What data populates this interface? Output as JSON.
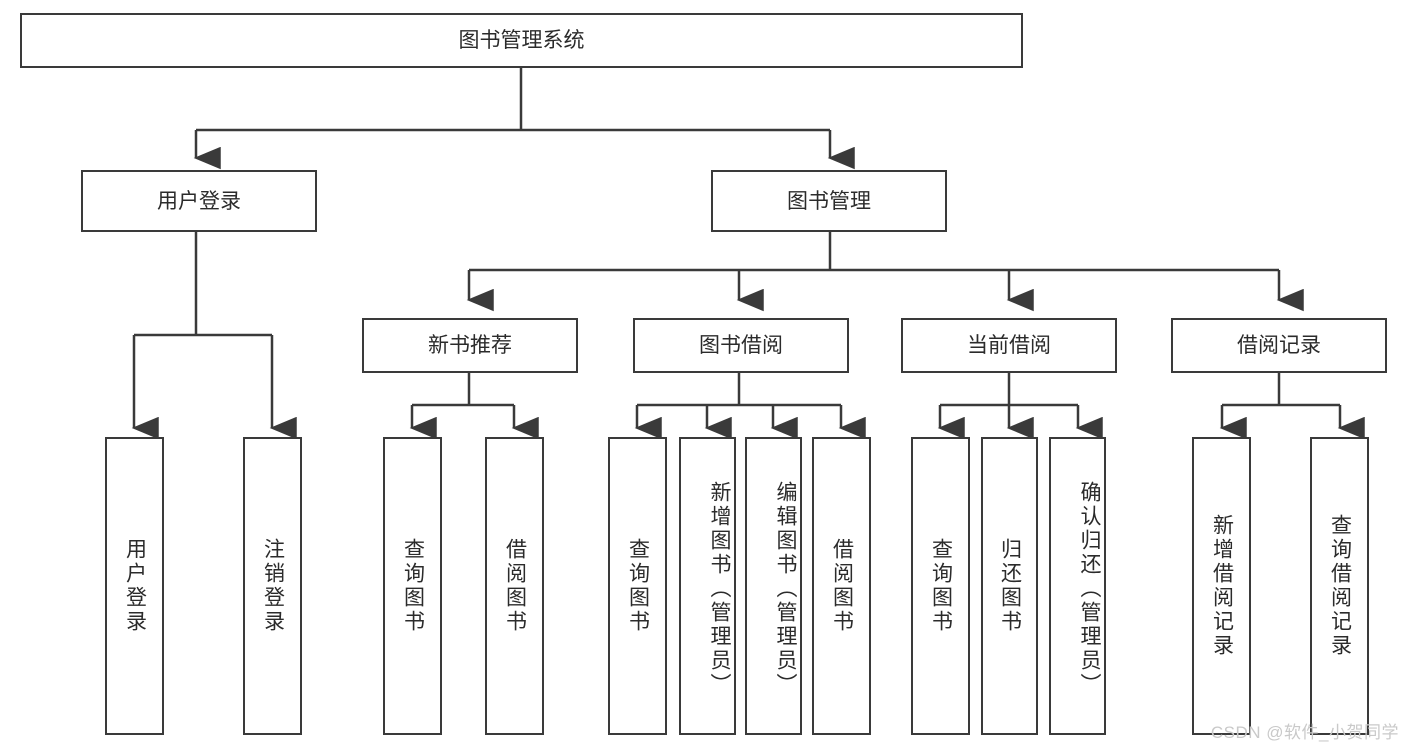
{
  "diagram": {
    "type": "tree-hierarchy-chart",
    "title": "图书管理系统",
    "colors": {
      "border": "#3a3a3a",
      "background": "#ffffff",
      "text": "#2b2b2b",
      "connector": "#3a3a3a",
      "watermark": "#c9c9c9"
    },
    "root": {
      "label": "图书管理系统"
    },
    "level2": [
      {
        "label": "用户登录"
      },
      {
        "label": "图书管理"
      }
    ],
    "level3": [
      {
        "label": "新书推荐"
      },
      {
        "label": "图书借阅"
      },
      {
        "label": "当前借阅"
      },
      {
        "label": "借阅记录"
      }
    ],
    "leaves": {
      "user_login": [
        {
          "label": "用户登录"
        },
        {
          "label": "注销登录"
        }
      ],
      "new_book_recommend": [
        {
          "label": "查询图书"
        },
        {
          "label": "借阅图书"
        }
      ],
      "book_borrow": [
        {
          "label": "查询图书"
        },
        {
          "label": "新增图书（管理员）"
        },
        {
          "label": "编辑图书（管理员）"
        },
        {
          "label": "借阅图书"
        }
      ],
      "current_borrow": [
        {
          "label": "查询图书"
        },
        {
          "label": "归还图书"
        },
        {
          "label": "确认归还（管理员）"
        }
      ],
      "borrow_records": [
        {
          "label": "新增借阅记录"
        },
        {
          "label": "查询借阅记录"
        }
      ]
    }
  },
  "watermark": {
    "text": "CSDN @软件_小贺同学"
  }
}
